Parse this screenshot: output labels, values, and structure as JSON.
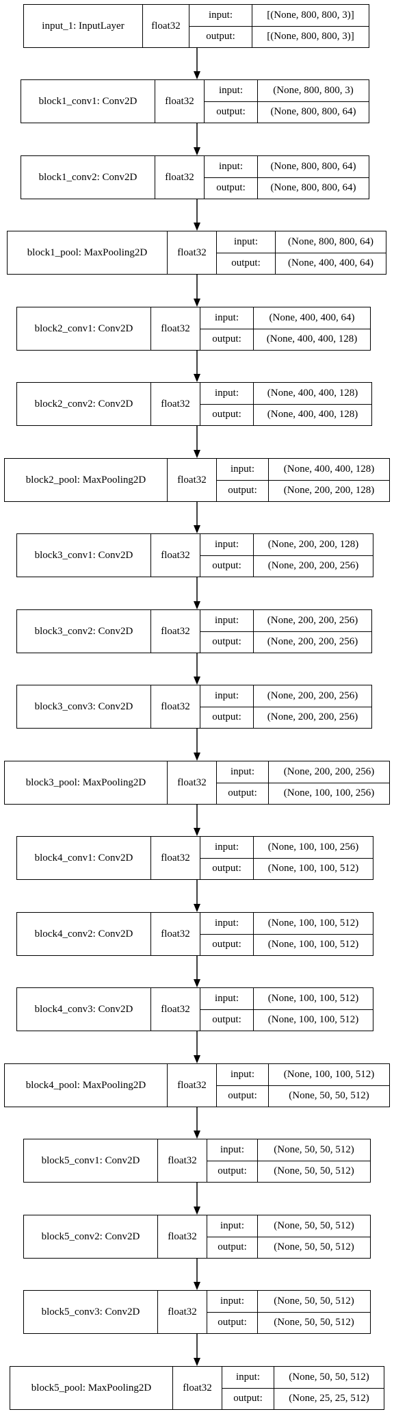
{
  "labels": {
    "input": "input:",
    "output": "output:"
  },
  "layers": [
    {
      "name": "input_1: InputLayer",
      "dtype": "float32",
      "input": "[(None, 800, 800, 3)]",
      "output": "[(None, 800, 800, 3)]"
    },
    {
      "name": "block1_conv1: Conv2D",
      "dtype": "float32",
      "input": "(None, 800, 800, 3)",
      "output": "(None, 800, 800, 64)"
    },
    {
      "name": "block1_conv2: Conv2D",
      "dtype": "float32",
      "input": "(None, 800, 800, 64)",
      "output": "(None, 800, 800, 64)"
    },
    {
      "name": "block1_pool: MaxPooling2D",
      "dtype": "float32",
      "input": "(None, 800, 800, 64)",
      "output": "(None, 400, 400, 64)"
    },
    {
      "name": "block2_conv1: Conv2D",
      "dtype": "float32",
      "input": "(None, 400, 400, 64)",
      "output": "(None, 400, 400, 128)"
    },
    {
      "name": "block2_conv2: Conv2D",
      "dtype": "float32",
      "input": "(None, 400, 400, 128)",
      "output": "(None, 400, 400, 128)"
    },
    {
      "name": "block2_pool: MaxPooling2D",
      "dtype": "float32",
      "input": "(None, 400, 400, 128)",
      "output": "(None, 200, 200, 128)"
    },
    {
      "name": "block3_conv1: Conv2D",
      "dtype": "float32",
      "input": "(None, 200, 200, 128)",
      "output": "(None, 200, 200, 256)"
    },
    {
      "name": "block3_conv2: Conv2D",
      "dtype": "float32",
      "input": "(None, 200, 200, 256)",
      "output": "(None, 200, 200, 256)"
    },
    {
      "name": "block3_conv3: Conv2D",
      "dtype": "float32",
      "input": "(None, 200, 200, 256)",
      "output": "(None, 200, 200, 256)"
    },
    {
      "name": "block3_pool: MaxPooling2D",
      "dtype": "float32",
      "input": "(None, 200, 200, 256)",
      "output": "(None, 100, 100, 256)"
    },
    {
      "name": "block4_conv1: Conv2D",
      "dtype": "float32",
      "input": "(None, 100, 100, 256)",
      "output": "(None, 100, 100, 512)"
    },
    {
      "name": "block4_conv2: Conv2D",
      "dtype": "float32",
      "input": "(None, 100, 100, 512)",
      "output": "(None, 100, 100, 512)"
    },
    {
      "name": "block4_conv3: Conv2D",
      "dtype": "float32",
      "input": "(None, 100, 100, 512)",
      "output": "(None, 100, 100, 512)"
    },
    {
      "name": "block4_pool: MaxPooling2D",
      "dtype": "float32",
      "input": "(None, 100, 100, 512)",
      "output": "(None, 50, 50, 512)"
    },
    {
      "name": "block5_conv1: Conv2D",
      "dtype": "float32",
      "input": "(None, 50, 50, 512)",
      "output": "(None, 50, 50, 512)"
    },
    {
      "name": "block5_conv2: Conv2D",
      "dtype": "float32",
      "input": "(None, 50, 50, 512)",
      "output": "(None, 50, 50, 512)"
    },
    {
      "name": "block5_conv3: Conv2D",
      "dtype": "float32",
      "input": "(None, 50, 50, 512)",
      "output": "(None, 50, 50, 512)"
    },
    {
      "name": "block5_pool: MaxPooling2D",
      "dtype": "float32",
      "input": "(None, 50, 50, 512)",
      "output": "(None, 25, 25, 512)"
    }
  ]
}
